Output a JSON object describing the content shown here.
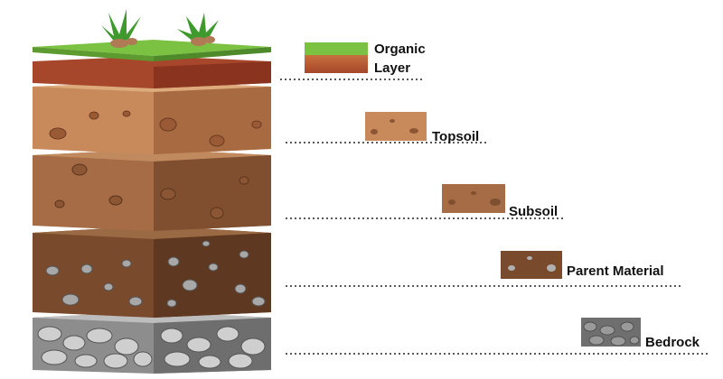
{
  "diagram": {
    "type": "soil-profile",
    "layers": [
      {
        "id": "organic",
        "label_lines": [
          "Organic",
          "Layer"
        ]
      },
      {
        "id": "topsoil",
        "label_lines": [
          "Topsoil"
        ]
      },
      {
        "id": "subsoil",
        "label_lines": [
          "Subsoil"
        ]
      },
      {
        "id": "parent",
        "label_lines": [
          "Parent Material"
        ]
      },
      {
        "id": "bedrock",
        "label_lines": [
          "Bedrock"
        ]
      }
    ]
  },
  "colors": {
    "grass": "#7cc242",
    "grass_dark": "#4e9a2a",
    "organic": "#a6472b",
    "topsoil": "#c98a5b",
    "topsoil_dark": "#a86a40",
    "subsoil": "#a56c45",
    "subsoil_dark": "#7f4f30",
    "parent": "#7a4a2c",
    "parent_dark": "#5a341d",
    "rock": "#9a9a9a",
    "bedrock": "#6f6f6f",
    "leader_line": "#222222"
  },
  "icons": [
    "plant-icon",
    "pebble-icon",
    "rock-icon"
  ]
}
